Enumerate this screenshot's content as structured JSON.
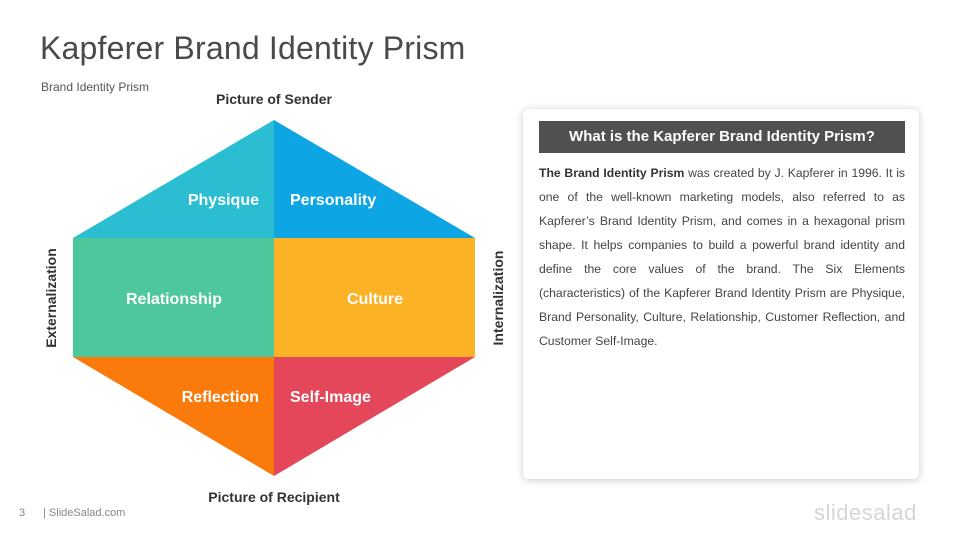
{
  "slide": {
    "title": "Kapferer Brand Identity Prism",
    "subtitle": "Brand Identity Prism"
  },
  "prism": {
    "top_label": "Picture of Sender",
    "bottom_label": "Picture of Recipient",
    "left_label": "Externalization",
    "right_label": "Internalization",
    "segments": [
      {
        "name": "Physique",
        "color": "#2bbdd2"
      },
      {
        "name": "Personality",
        "color": "#0ea5e4"
      },
      {
        "name": "Relationship",
        "color": "#4dc79b"
      },
      {
        "name": "Culture",
        "color": "#fbb224"
      },
      {
        "name": "Reflection",
        "color": "#fa7a0b"
      },
      {
        "name": "Self-Image",
        "color": "#e4475a"
      }
    ]
  },
  "info_card": {
    "heading": "What is the Kapferer Brand Identity Prism?",
    "body_lead": "The Brand Identity Prism",
    "body_rest": " was created by J. Kapferer  in 1996. It is one of the well-known marketing models, also referred to as Kapferer’s Brand Identity Prism, and comes in a hexagonal prism shape. It helps companies to build a powerful brand identity and define the core values of the brand. The Six Elements (characteristics) of the Kapferer Brand Identity Prism are Physique, Brand Personality, Culture, Relationship, Customer Reflection, and Customer Self-Image."
  },
  "footer": {
    "page_number": "3",
    "site": "| SlideSalad.com",
    "logo": "slidesalad"
  }
}
